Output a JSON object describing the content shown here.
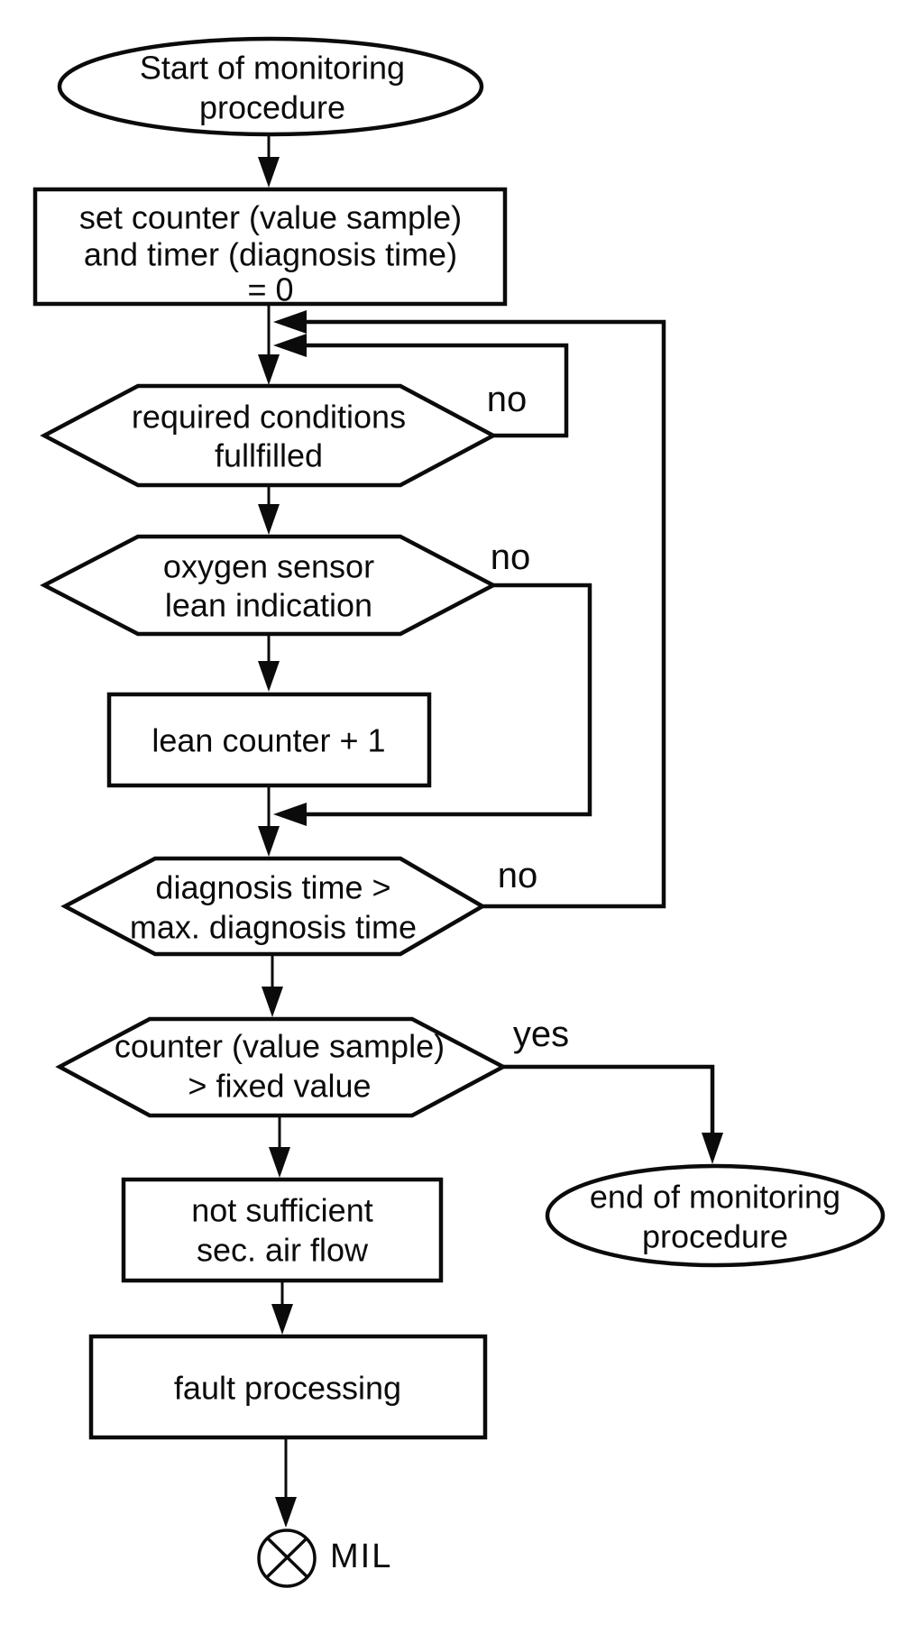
{
  "figure": {
    "kind": "flowchart",
    "background": "#ffffff",
    "ink": "#0b0b0b"
  },
  "nodes": {
    "start": {
      "type": "terminator",
      "line1": "Start of monitoring",
      "line2": "procedure"
    },
    "init": {
      "type": "process",
      "line1": "set counter (value sample)",
      "line2": "and timer (diagnosis time)",
      "line3": "= 0"
    },
    "required": {
      "type": "decision",
      "line1": "required conditions",
      "line2": "fullfilled"
    },
    "oxygen": {
      "type": "decision",
      "line1": "oxygen sensor",
      "line2": "lean indication"
    },
    "lean_counter": {
      "type": "process",
      "line1": "lean counter + 1"
    },
    "diagnosis": {
      "type": "decision",
      "line1": "diagnosis time >",
      "line2": "max. diagnosis time"
    },
    "counter": {
      "type": "decision",
      "line1": "counter (value sample)",
      "line2": "> fixed value"
    },
    "insufficient": {
      "type": "process",
      "line1": "not sufficient",
      "line2": "sec. air flow"
    },
    "end": {
      "type": "terminator",
      "line1": "end of monitoring",
      "line2": "procedure"
    },
    "fault": {
      "type": "process",
      "line1": "fault processing"
    },
    "mil": {
      "type": "indicator-lamp",
      "label": "MIL"
    }
  },
  "edge_labels": {
    "required_no": "no",
    "oxygen_no": "no",
    "diagnosis_no": "no",
    "counter_yes": "yes"
  }
}
